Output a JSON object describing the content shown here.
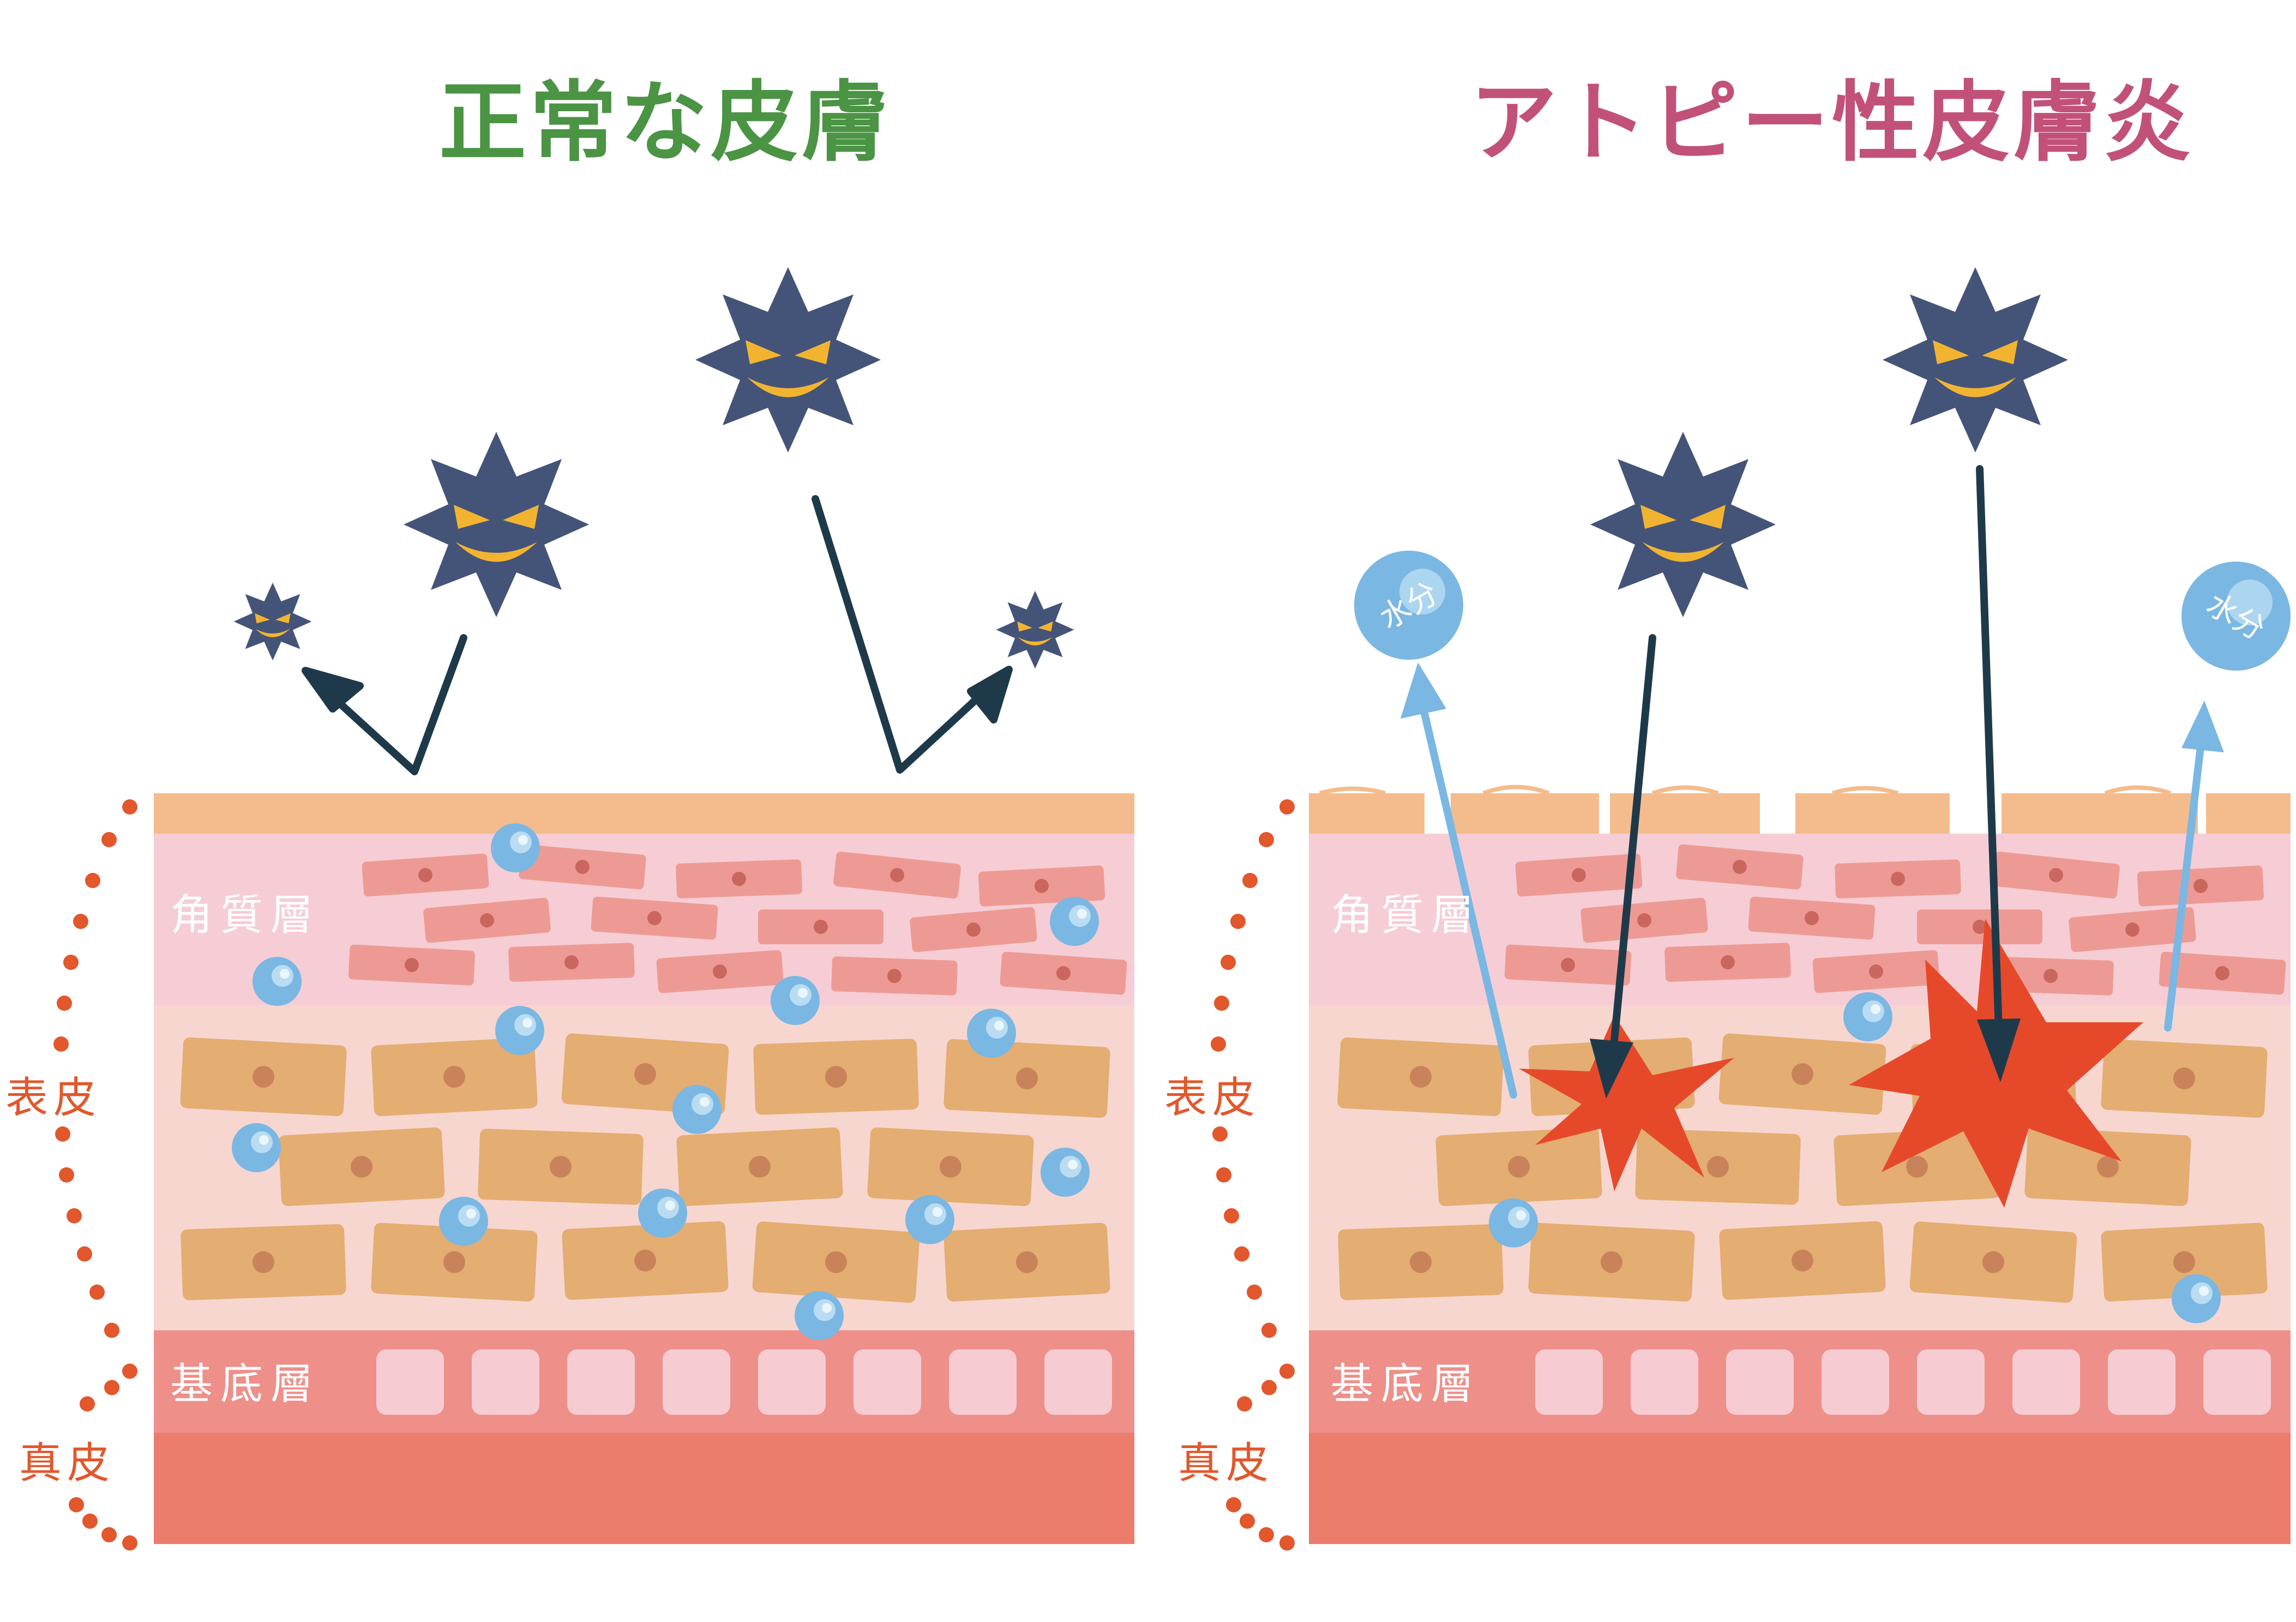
{
  "left_panel": {
    "title": "正常な皮膚",
    "layer_labels": {
      "stratum_corneum": "角質層",
      "basal": "基底層"
    },
    "side_labels": {
      "epidermis": "表皮",
      "dermis": "真皮"
    }
  },
  "right_panel": {
    "title": "アトピー性皮膚炎",
    "layer_labels": {
      "stratum_corneum": "角質層",
      "basal": "基底層"
    },
    "side_labels": {
      "epidermis": "表皮",
      "dermis": "真皮"
    },
    "moisture_label": "水分"
  },
  "colors": {
    "title_normal": "#4a9444",
    "title_atopic": "#c2517a",
    "surface": "#f4bc8c",
    "corneum": "#f6cdd5",
    "epidermis": "#f8d6d0",
    "basal": "#ee8f8a",
    "dermis": "#ec7c6c",
    "cell": "#e4ad72",
    "corneum_cell": "#ee9a94",
    "water": "#7ab7e3",
    "germ": "#445479",
    "burst": "#e6492a",
    "label": "#e2572c"
  },
  "icons": [
    "germ-icon",
    "water-droplet-icon",
    "arrow-icon",
    "damage-burst-icon"
  ]
}
